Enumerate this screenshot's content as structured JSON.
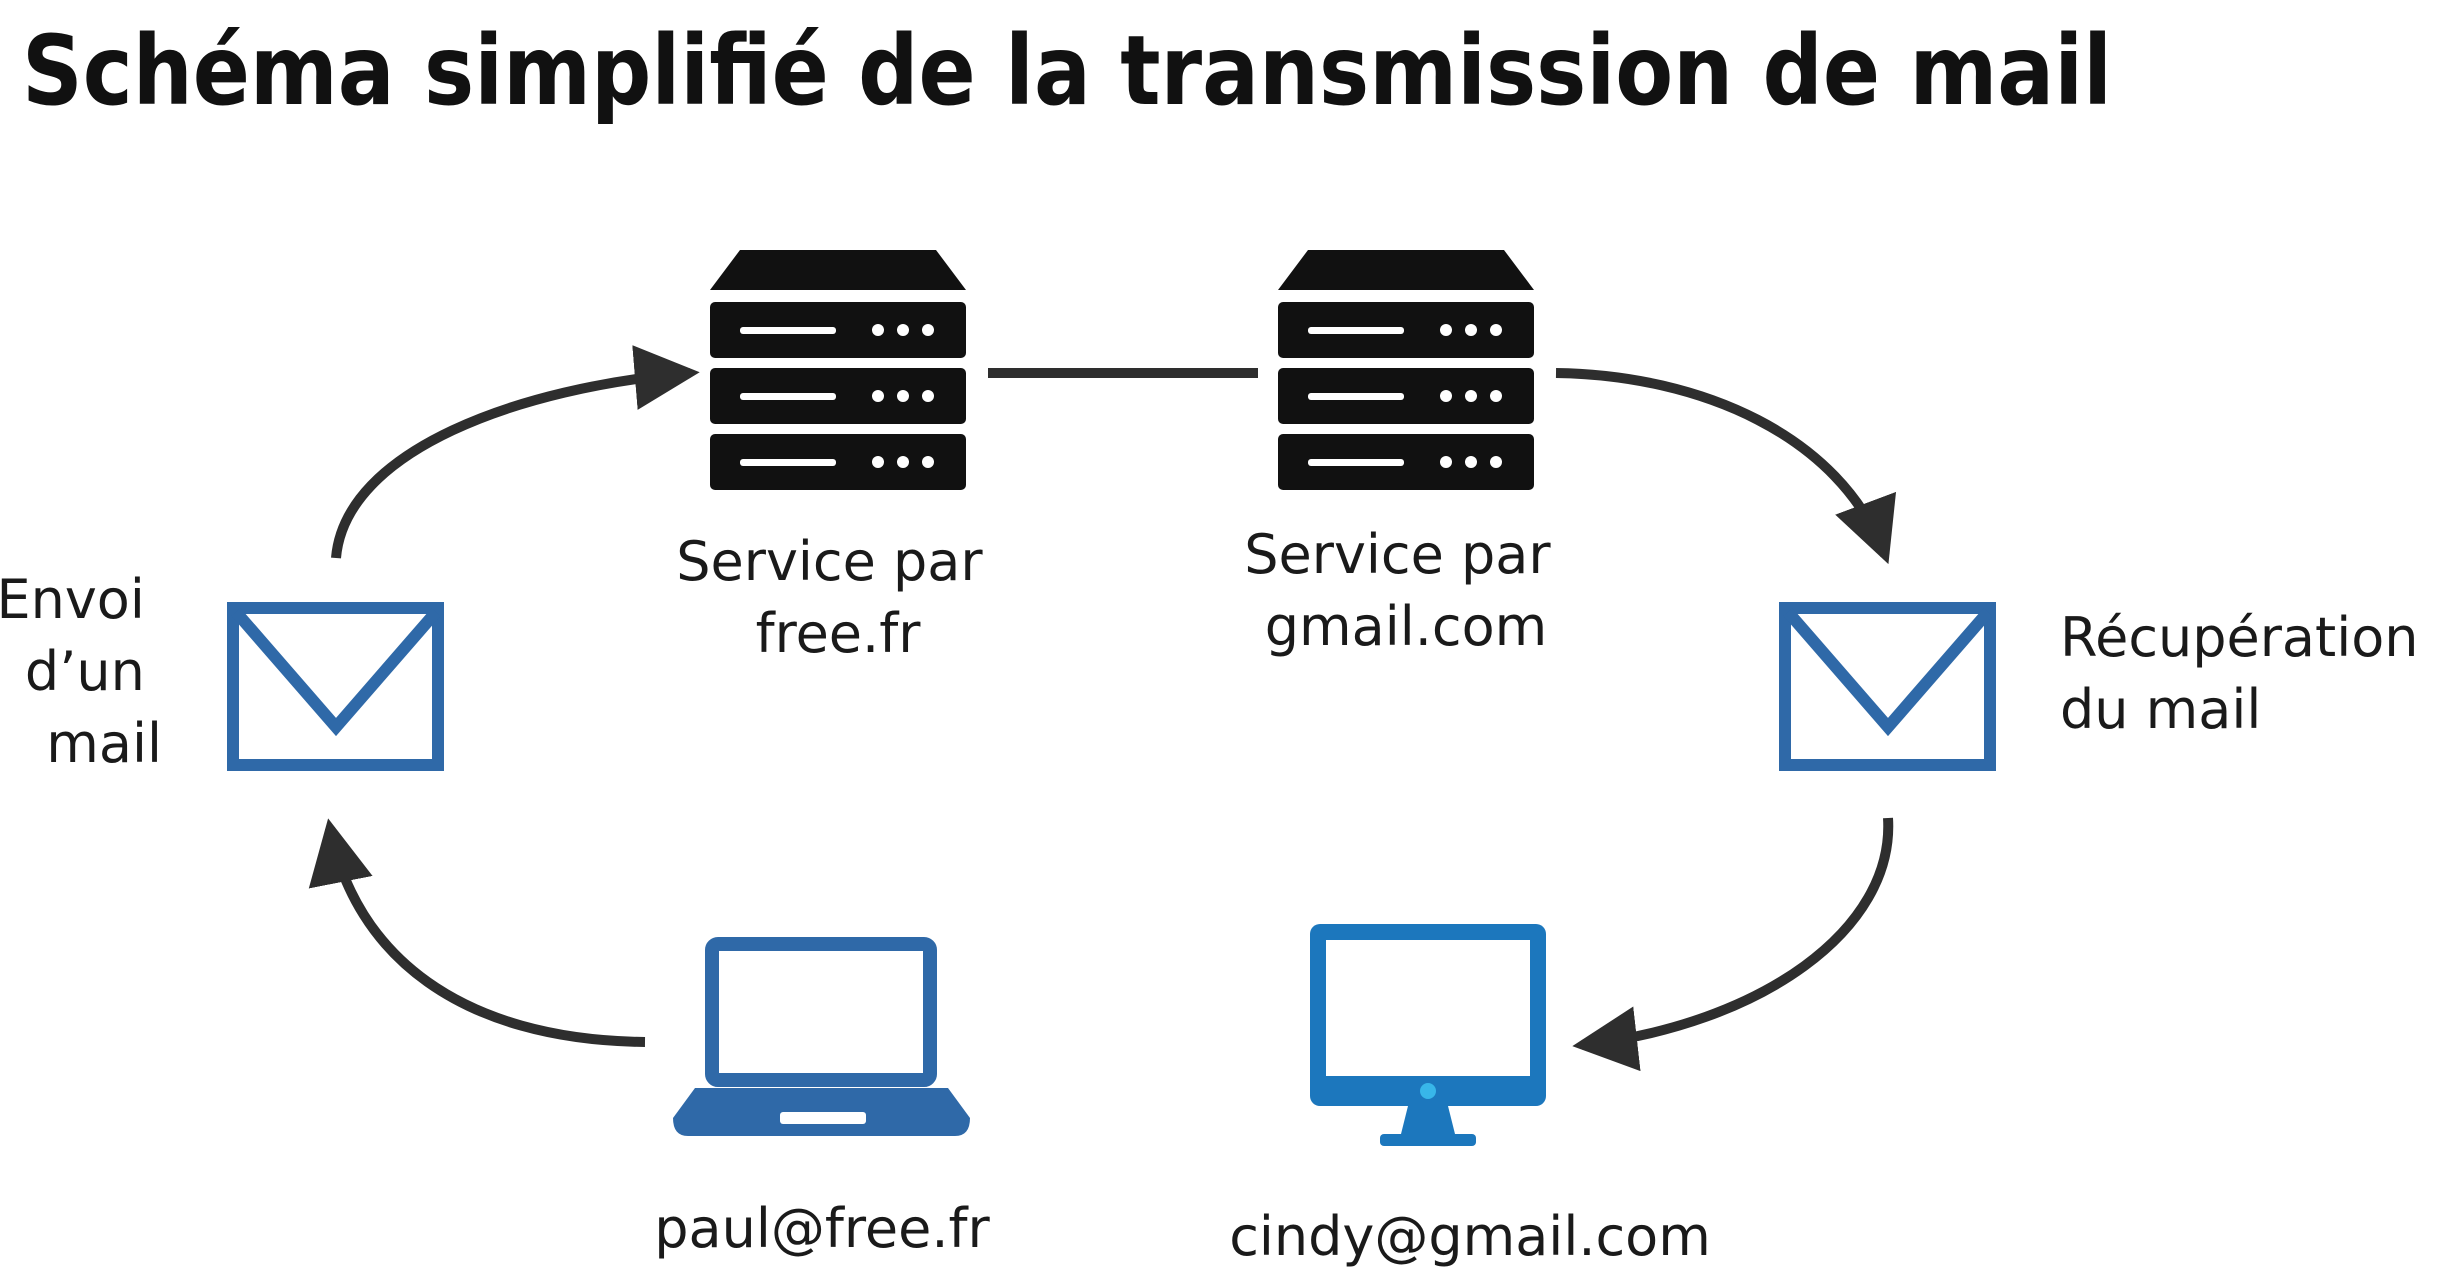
{
  "title": "Schéma simplifié de la transmission de mail",
  "labels": {
    "sender_envelope": [
      "Envoi",
      "d’un",
      "mail"
    ],
    "server_free": [
      "Service par",
      "free.fr"
    ],
    "server_gmail": [
      "Service par",
      "gmail.com"
    ],
    "receiver_envelope": [
      "Récupération",
      "du mail"
    ],
    "laptop": "paul@free.fr",
    "desktop": "cindy@gmail.com"
  },
  "icons": {
    "sender_envelope": "envelope-icon",
    "receiver_envelope": "envelope-icon",
    "server_free": "server-rack-icon",
    "server_gmail": "server-rack-icon",
    "laptop": "laptop-icon",
    "desktop": "desktop-monitor-icon"
  },
  "colors": {
    "icon_blue": "#2f69a8",
    "desktop_blue": "#1c77bd",
    "server_black": "#111111",
    "arrow": "#2e2e2e"
  }
}
